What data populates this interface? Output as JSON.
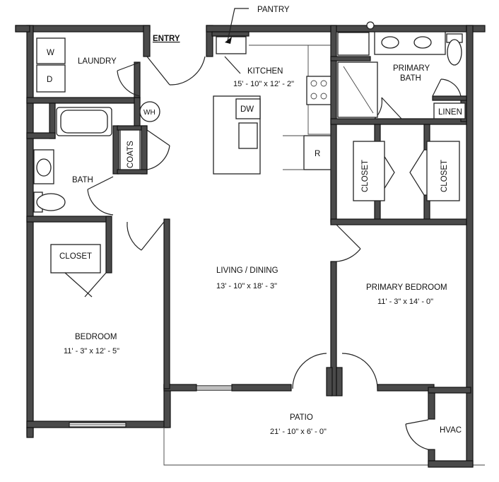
{
  "labels": {
    "pantry": "PANTRY",
    "entry": "ENTRY",
    "laundry": "LAUNDRY",
    "washer": "W",
    "dryer": "D",
    "water_heater": "WH",
    "kitchen": "KITCHEN",
    "kitchen_dim": "15' - 10\" x 12' - 2\"",
    "dishwasher": "DW",
    "refrigerator": "R",
    "primary_bath_1": "PRIMARY",
    "primary_bath_2": "BATH",
    "linen": "LINEN",
    "coats": "COATS",
    "bath": "BATH",
    "closet_left_vertical": "CLOSET",
    "closet_right_vertical": "CLOSET",
    "closet_bedroom": "CLOSET",
    "living": "LIVING / DINING",
    "living_dim": "13' - 10\" x 18' - 3\"",
    "primary_bedroom": "PRIMARY BEDROOM",
    "primary_bedroom_dim": "11' - 3\" x 14' - 0\"",
    "bedroom": "BEDROOM",
    "bedroom_dim": "11' - 3\" x 12' - 5\"",
    "patio": "PATIO",
    "patio_dim": "21' - 10\" x 6' - 0\"",
    "hvac": "HVAC"
  }
}
